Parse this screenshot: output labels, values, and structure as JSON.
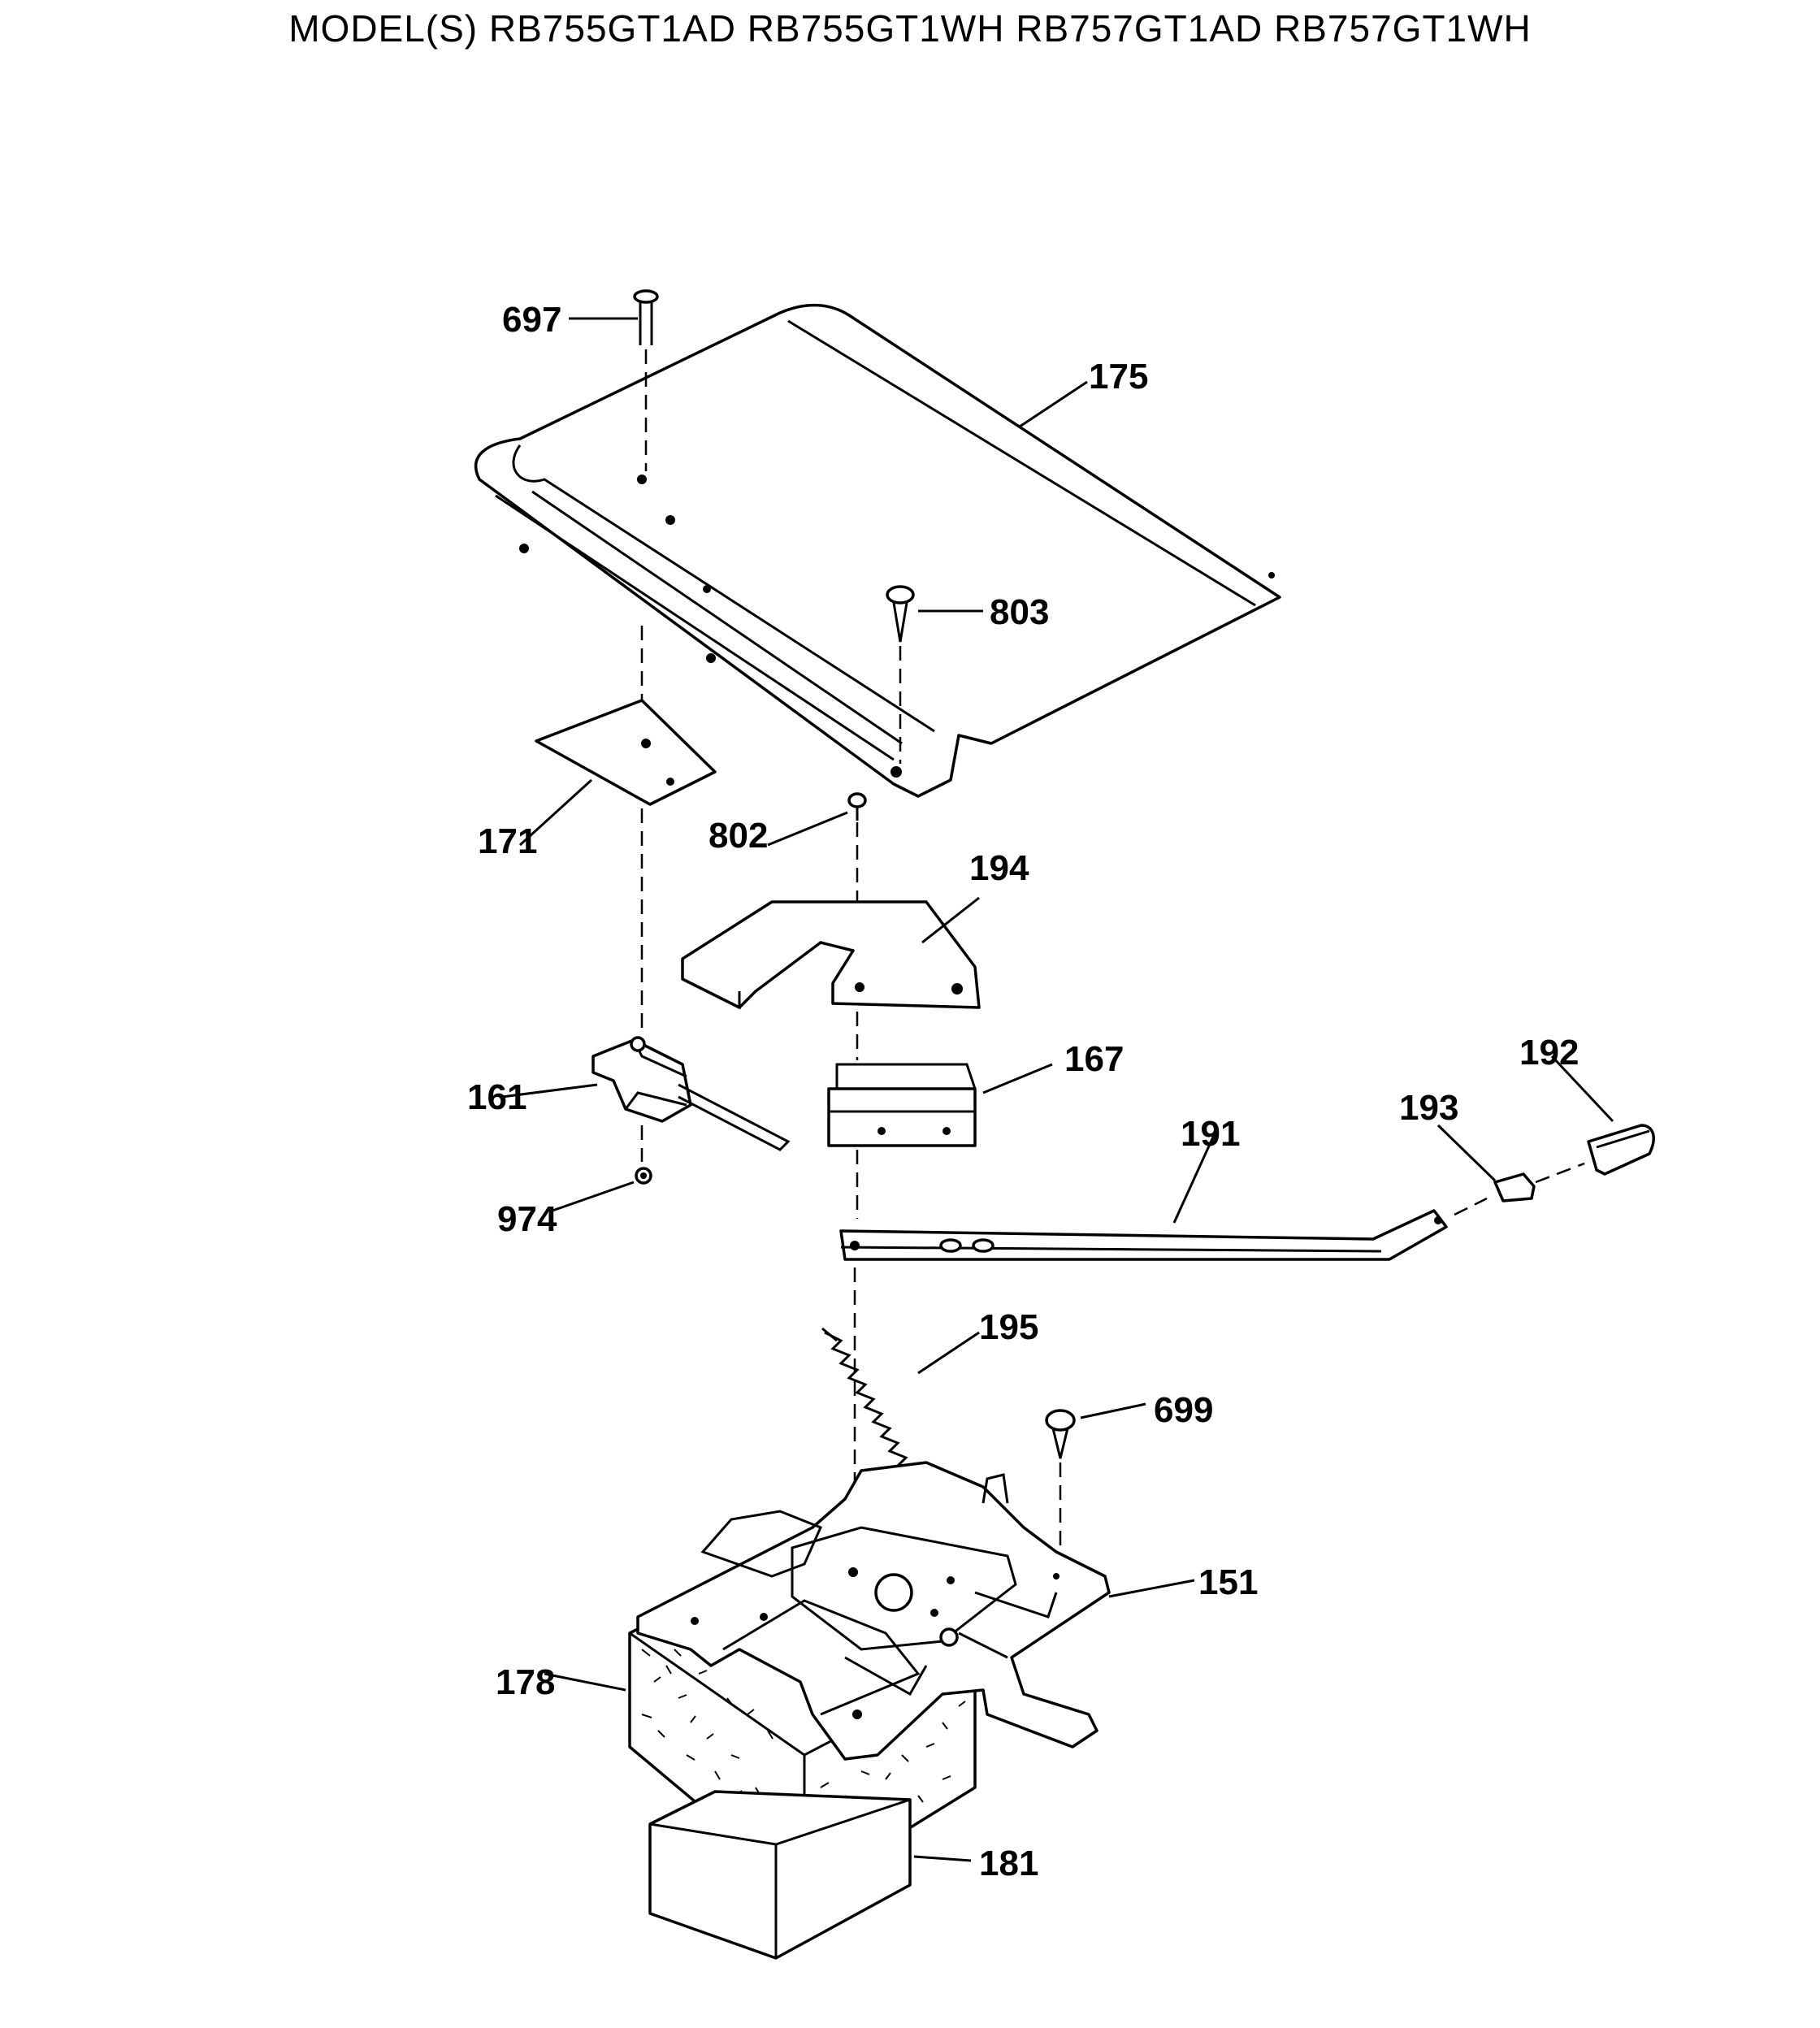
{
  "title": "MODEL(S) RB755GT1AD  RB755GT1WH  RB757GT1AD  RB757GT1WH",
  "parts": {
    "p697": "697",
    "p175": "175",
    "p803": "803",
    "p171": "171",
    "p802": "802",
    "p194": "194",
    "p161": "161",
    "p167": "167",
    "p192": "192",
    "p193": "193",
    "p191": "191",
    "p974": "974",
    "p195": "195",
    "p699": "699",
    "p151": "151",
    "p178": "178",
    "p181": "181"
  }
}
